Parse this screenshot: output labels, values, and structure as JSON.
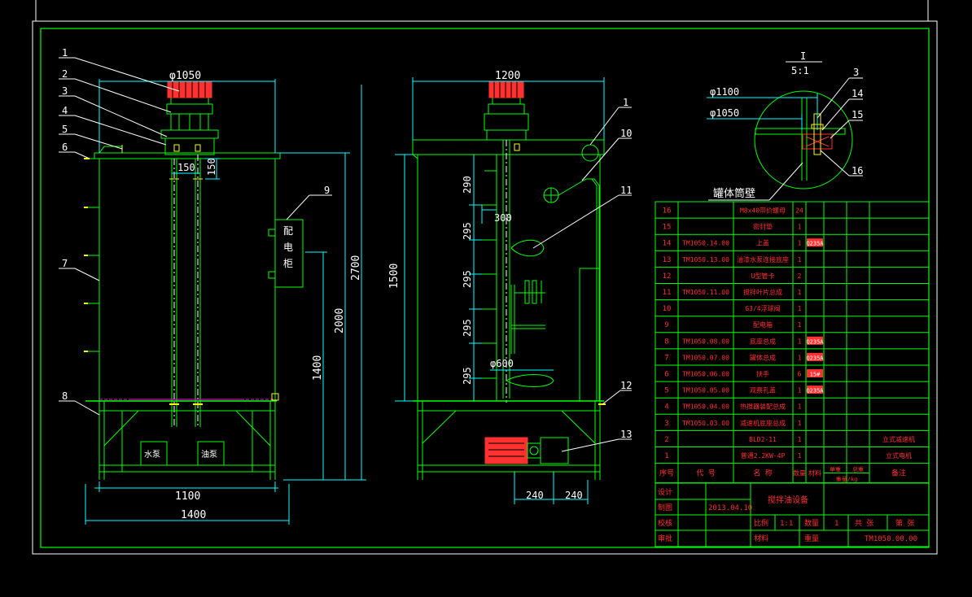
{
  "colors": {
    "background": "#000000",
    "border": "#ffffff",
    "frame": "#00ff00",
    "geometry": "#00ff00",
    "dimension": "#00ffff",
    "leader": "#ffffff",
    "table_line": "#00ff00",
    "table_text": "#ff3030",
    "motor": "#ff3030",
    "accent_yellow": "#ffff00",
    "hidden_line": "#ff00ff"
  },
  "front_view": {
    "dims": {
      "top_diameter": "φ1050",
      "shaft_gap": "150",
      "shaft_offset": "150",
      "height_total": "2700",
      "height_2000": "2000",
      "height_1400": "1400",
      "width_1100": "1100",
      "width_1400": "1400"
    },
    "balloons": [
      "1",
      "2",
      "3",
      "4",
      "5",
      "6",
      "7",
      "8",
      "9"
    ],
    "cabinet_label_1": "配",
    "cabinet_label_2": "电",
    "cabinet_label_3": "柜",
    "pump_water": "水泵",
    "pump_oil": "油泵"
  },
  "side_view": {
    "dims": {
      "top_width": "1200",
      "height_1500": "1500",
      "spacing_1": "290",
      "spacing_2": "295",
      "spacing_3": "295",
      "spacing_4": "295",
      "spacing_5": "295",
      "arm_300": "300",
      "diameter_600": "φ600",
      "bottom_240_a": "240",
      "bottom_240_b": "240"
    },
    "balloons": [
      "1",
      "10",
      "11",
      "12",
      "13"
    ]
  },
  "detail_view": {
    "title": "I",
    "scale": "5:1",
    "dim_1100": "φ1100",
    "dim_1050": "φ1050",
    "label": "罐体筒壁",
    "balloons": [
      "3",
      "14",
      "15",
      "16"
    ]
  },
  "parts_table": {
    "rows": [
      {
        "no": "16",
        "code": "",
        "name": "M8x40带价螺母",
        "qty": "24",
        "mat": "",
        "note": ""
      },
      {
        "no": "15",
        "code": "",
        "name": "密封垫",
        "qty": "1",
        "mat": "",
        "note": ""
      },
      {
        "no": "14",
        "code": "TM1050.14.00",
        "name": "上盖",
        "qty": "1",
        "mat": "Q235A",
        "note": ""
      },
      {
        "no": "13",
        "code": "TM1050.13.00",
        "name": "油漆水泵连接底座",
        "qty": "1",
        "mat": "",
        "note": ""
      },
      {
        "no": "12",
        "code": "",
        "name": "U型管卡",
        "qty": "2",
        "mat": "",
        "note": ""
      },
      {
        "no": "11",
        "code": "TM1050.11.00",
        "name": "搅拌叶片总成",
        "qty": "1",
        "mat": "",
        "note": ""
      },
      {
        "no": "10",
        "code": "",
        "name": "G3/4浮球阀",
        "qty": "1",
        "mat": "",
        "note": ""
      },
      {
        "no": "9",
        "code": "",
        "name": "配电箱",
        "qty": "1",
        "mat": "",
        "note": ""
      },
      {
        "no": "8",
        "code": "TM1050.08.00",
        "name": "底座总成",
        "qty": "1",
        "mat": "Q235A",
        "note": ""
      },
      {
        "no": "7",
        "code": "TM1050.07.00",
        "name": "罐体总成",
        "qty": "1",
        "mat": "Q235A",
        "note": ""
      },
      {
        "no": "6",
        "code": "TM1050.06.00",
        "name": "扶手",
        "qty": "6",
        "mat": "15#",
        "note": ""
      },
      {
        "no": "5",
        "code": "TM1050.05.00",
        "name": "观察孔盖",
        "qty": "1",
        "mat": "Q235A",
        "note": ""
      },
      {
        "no": "4",
        "code": "TM1050.04.00",
        "name": "热搅器装配总成",
        "qty": "1",
        "mat": "",
        "note": ""
      },
      {
        "no": "3",
        "code": "TM1050.03.00",
        "name": "减速机底座总成",
        "qty": "1",
        "mat": "",
        "note": ""
      },
      {
        "no": "2",
        "code": "",
        "name": "BLD2-11",
        "qty": "1",
        "mat": "",
        "note": "立式减速机"
      },
      {
        "no": "1",
        "code": "",
        "name": "普通2.2KW-4P",
        "qty": "1",
        "mat": "",
        "note": "立式电机"
      }
    ],
    "header": {
      "no": "序号",
      "code": "代 号",
      "name": "名 称",
      "qty": "数量",
      "mat": "材料",
      "unit_weight": "单重",
      "total_weight": "总重",
      "weight_unit": "重量/kg",
      "note": "备注"
    }
  },
  "title_block": {
    "design": "设计",
    "draw": "制图",
    "date": "2013.04.10",
    "check": "校核",
    "approve": "审批",
    "title": "搅拌油设备",
    "scale_label": "比例",
    "scale_value": "1:1",
    "qty_label": "数量",
    "qty_value": "1",
    "sheets": "共 张",
    "sheet": "第 张",
    "material_label": "材料",
    "weight_label": "重量",
    "drawing_no": "TM1050.00.00"
  }
}
